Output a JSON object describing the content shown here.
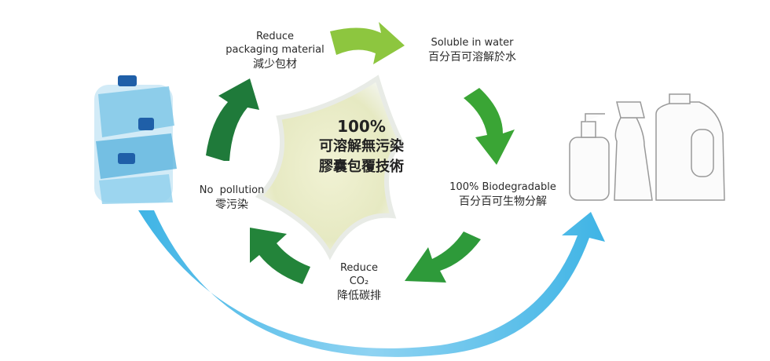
{
  "center": {
    "percent": "100%",
    "line1": "可溶解無污染",
    "line2": "膠囊包覆技術"
  },
  "labels": {
    "reduce_packaging": {
      "en1": "Reduce",
      "en2": "packaging material",
      "zh": "減少包材"
    },
    "soluble": {
      "en": "Soluble in water",
      "zh": "百分百可溶解於水"
    },
    "biodegradable": {
      "en": "100% Biodegradable",
      "zh": "百分百可生物分解"
    },
    "reduce_co2": {
      "en1": "Reduce",
      "en2": "CO₂",
      "zh": "降低碳排"
    },
    "no_pollution": {
      "en": "No  pollution",
      "zh": "零污染"
    }
  },
  "colors": {
    "light_green": "#8dc63f",
    "green": "#3aa535",
    "dark_green": "#1f7a3a",
    "blue_arc": "#3fb4e5",
    "pouch": "#eef0cf"
  }
}
